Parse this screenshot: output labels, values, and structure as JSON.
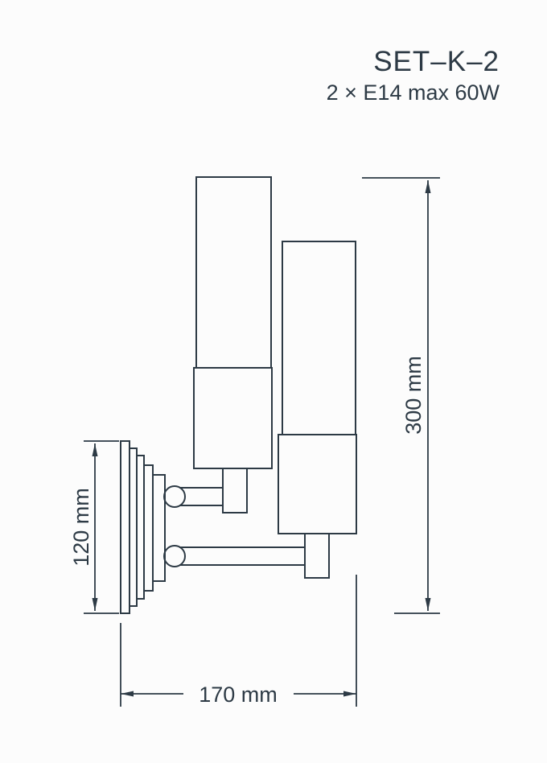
{
  "title": "SET–K–2",
  "subtitle": "2 × E14 max 60W",
  "dimensions": {
    "height": "300 mm",
    "plate_height": "120 mm",
    "width": "170 mm"
  },
  "colors": {
    "line": "#2d3a45",
    "background": "#fcfcfc"
  }
}
